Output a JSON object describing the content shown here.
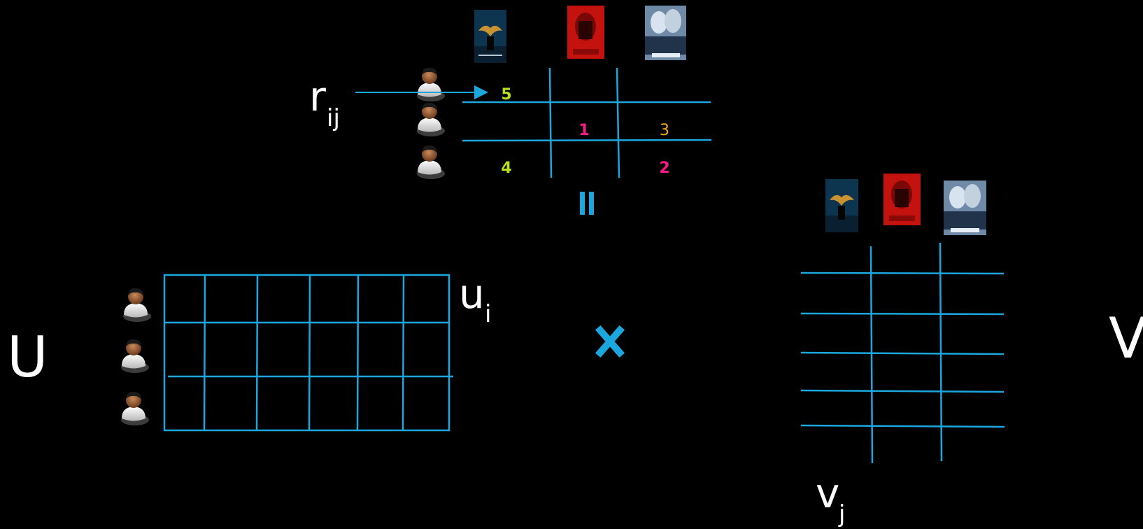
{
  "labels": {
    "r_base": "r",
    "r_sub": "ij",
    "u_base": "u",
    "u_sub": "i",
    "v_base": "v",
    "v_sub": "j",
    "U": "U",
    "V": "V"
  },
  "operators": {
    "equals": "=",
    "times": "×"
  },
  "ratings": [
    {
      "row": 0,
      "col": 0,
      "value": "5",
      "color": "#b6e01a"
    },
    {
      "row": 1,
      "col": 1,
      "value": "1",
      "color": "#ff1a8c"
    },
    {
      "row": 1,
      "col": 2,
      "value": "3",
      "color": "#f5a623"
    },
    {
      "row": 2,
      "col": 0,
      "value": "4",
      "color": "#b6e01a"
    },
    {
      "row": 2,
      "col": 2,
      "value": "2",
      "color": "#ff1a8c"
    }
  ],
  "movies": [
    {
      "name": "batman-poster",
      "bg": "#0e3550",
      "accent": "#e9a32a"
    },
    {
      "name": "thor-poster",
      "bg": "#c4120f",
      "accent": "#2a0303"
    },
    {
      "name": "star-trek-poster",
      "bg": "#6f8aa6",
      "accent": "#d7e3ef"
    }
  ],
  "colors": {
    "grid": "#1ba7de",
    "text": "#ffffff",
    "background": "#000000"
  }
}
